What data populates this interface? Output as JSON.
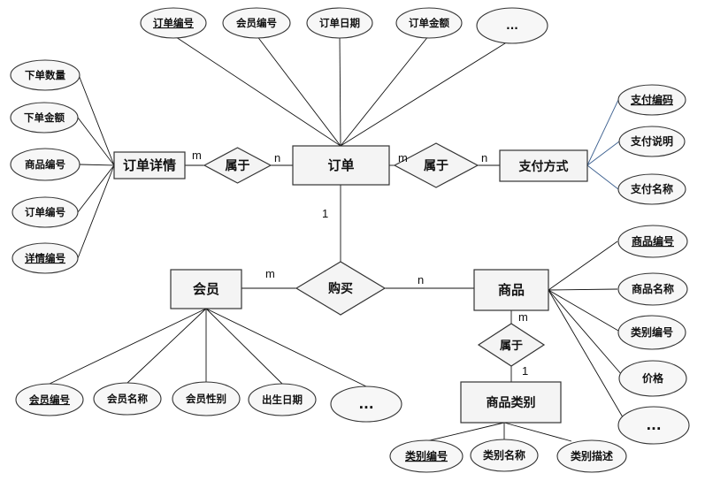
{
  "entities": {
    "order": "订单",
    "order_detail": "订单详情",
    "payment": "支付方式",
    "member": "会员",
    "product": "商品",
    "category": "商品类别"
  },
  "relationships": {
    "order_detail_order": "属于",
    "order_payment": "属于",
    "purchase": "购买",
    "product_category": "属于"
  },
  "cardinalities": {
    "detail_side": "m",
    "order_side_detail": "n",
    "order_side_payment": "m",
    "payment_side": "n",
    "order_purchase": "1",
    "member_purchase": "m",
    "product_purchase": "n",
    "product_category": "m",
    "category_side": "1"
  },
  "attributes": {
    "order": [
      "订单编号",
      "会员编号",
      "订单日期",
      "订单金额",
      "..."
    ],
    "order_detail": [
      "下单数量",
      "下单金额",
      "商品编号",
      "订单编号",
      "详情编号"
    ],
    "payment": [
      "支付编码",
      "支付说明",
      "支付名称"
    ],
    "member": [
      "会员编号",
      "会员名称",
      "会员性别",
      "出生日期",
      "..."
    ],
    "product": [
      "商品编号",
      "商品名称",
      "类别编号",
      "价格",
      "..."
    ],
    "category": [
      "类别编号",
      "类别名称",
      "类别描述"
    ]
  }
}
